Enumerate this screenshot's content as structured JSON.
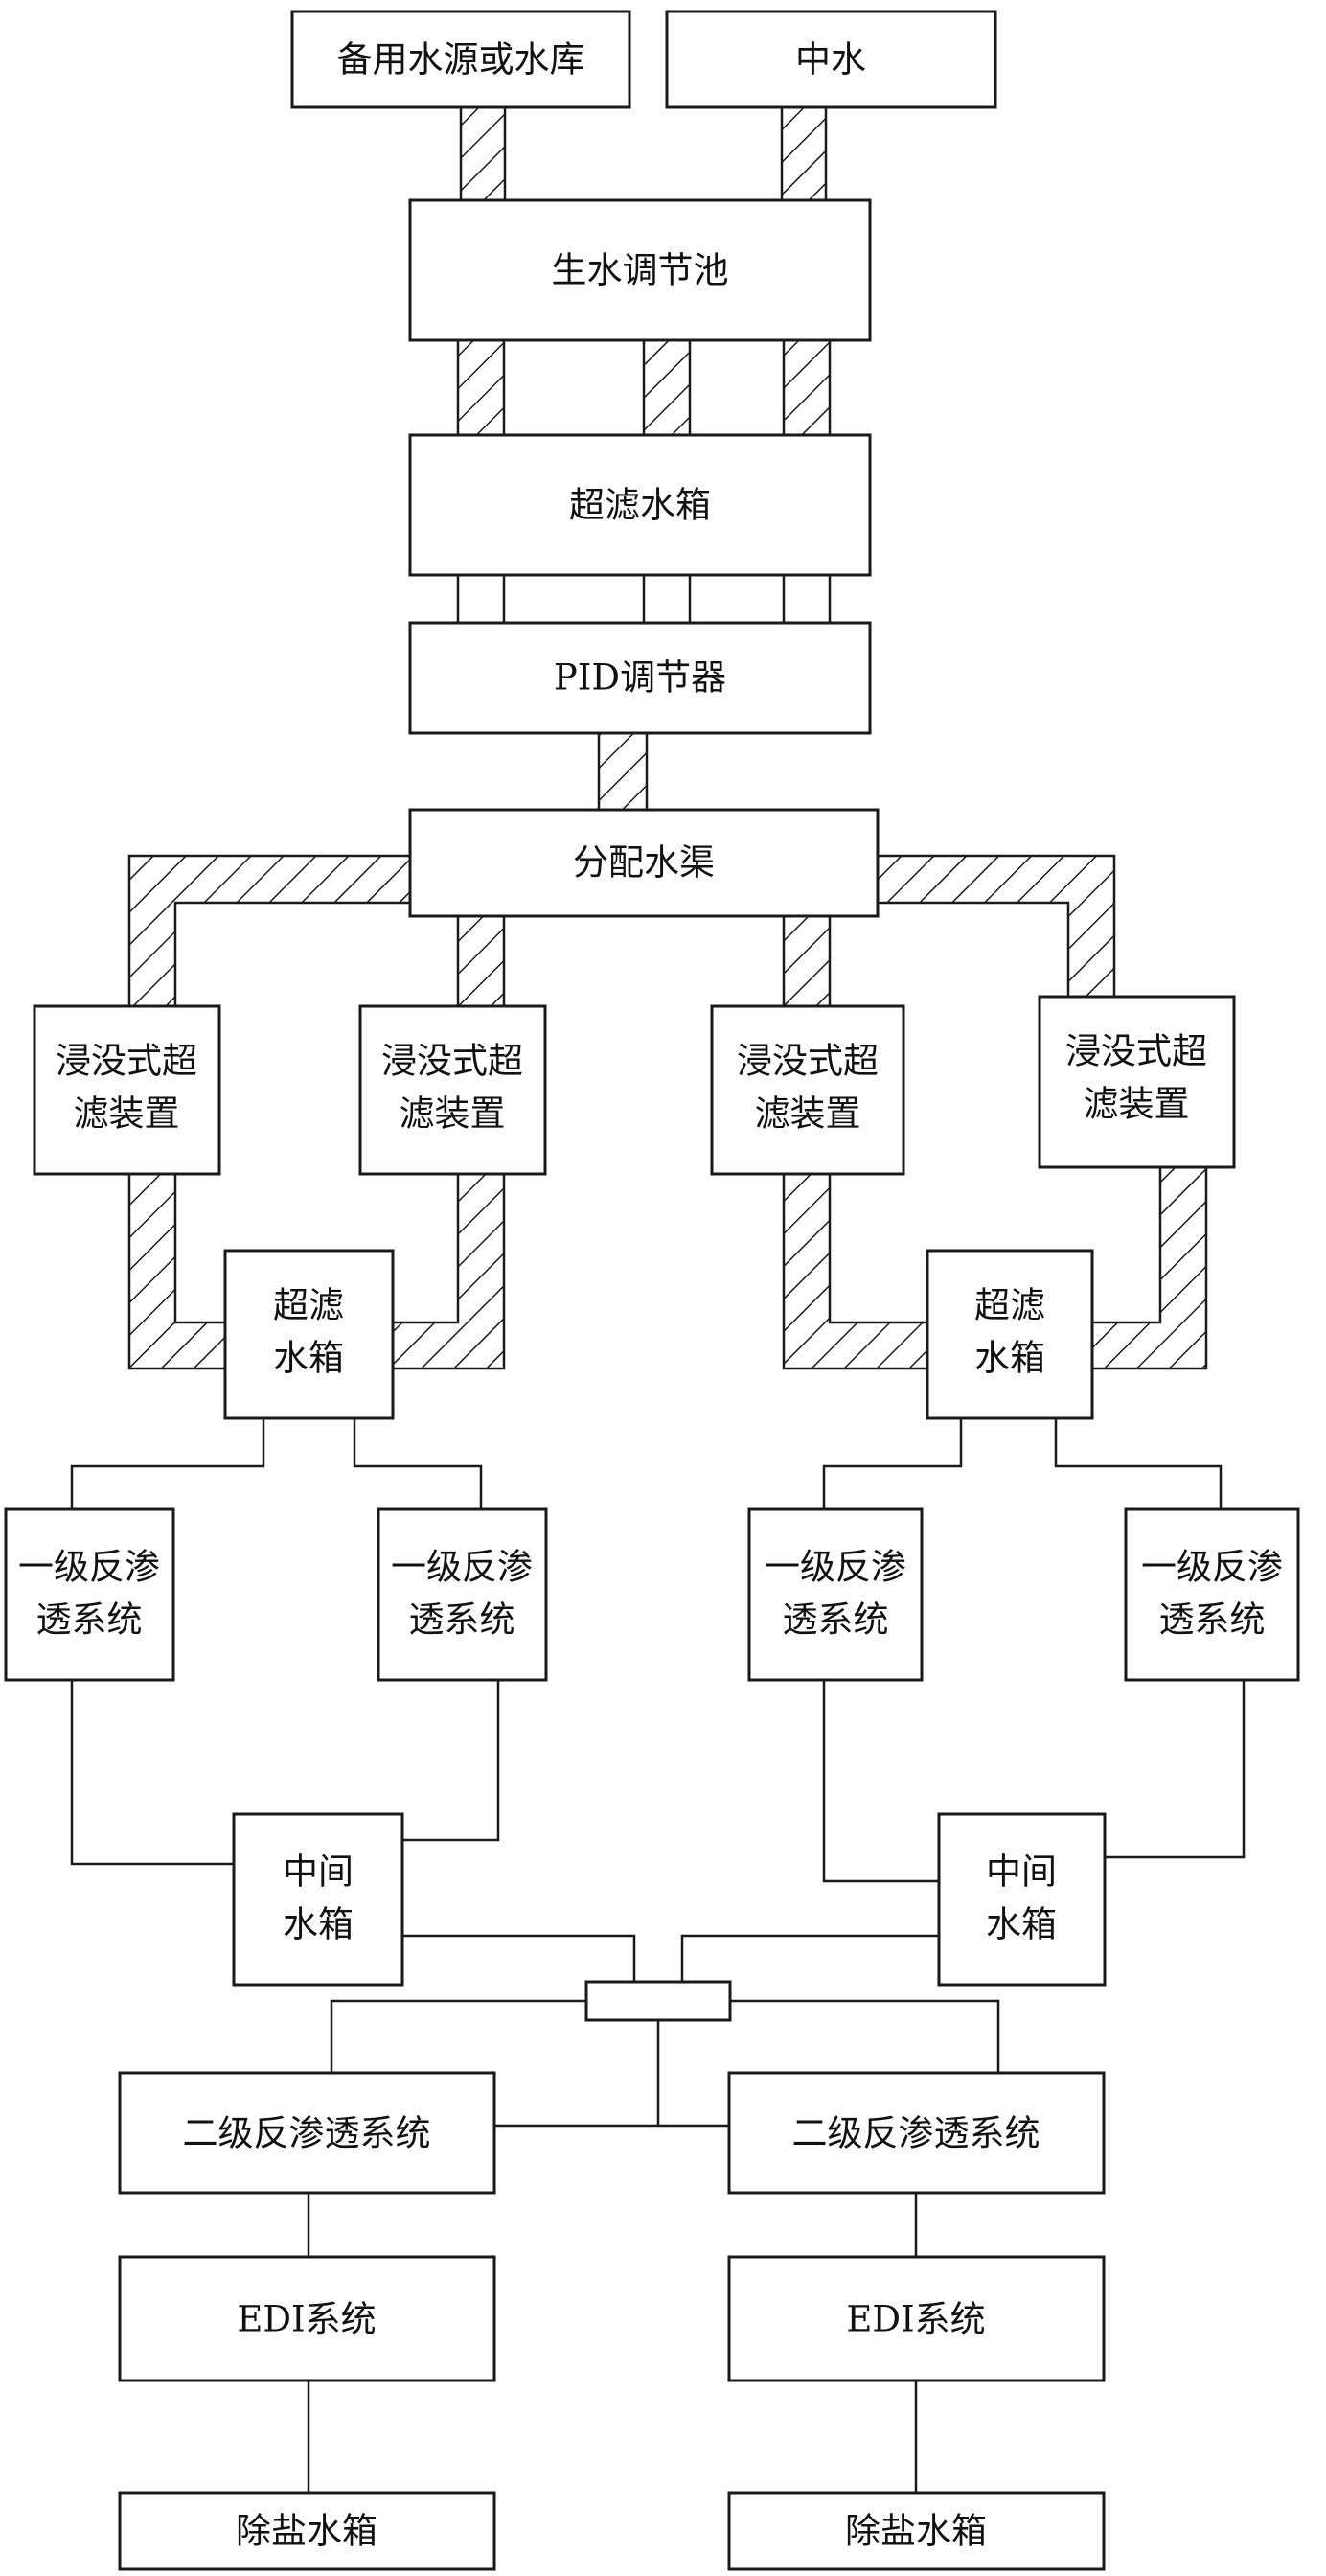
{
  "nodes": {
    "backup_source": "备用水源或水库",
    "reclaimed_water": "中水",
    "raw_tank": "生水调节池",
    "uf_tank_main": "超滤水箱",
    "pid": "PID调节器",
    "channel": "分配水渠",
    "imm_uf_1": [
      "浸没式超",
      "滤装置"
    ],
    "imm_uf_2": [
      "浸没式超",
      "滤装置"
    ],
    "imm_uf_3": [
      "浸没式超",
      "滤装置"
    ],
    "imm_uf_4": [
      "浸没式超",
      "滤装置"
    ],
    "uf_tank_left": [
      "超滤",
      "水箱"
    ],
    "uf_tank_right": [
      "超滤",
      "水箱"
    ],
    "ro1_a": [
      "一级反渗",
      "透系统"
    ],
    "ro1_b": [
      "一级反渗",
      "透系统"
    ],
    "ro1_c": [
      "一级反渗",
      "透系统"
    ],
    "ro1_d": [
      "一级反渗",
      "透系统"
    ],
    "mid_tank_left": [
      "中间",
      "水箱"
    ],
    "mid_tank_right": [
      "中间",
      "水箱"
    ],
    "ro2_left": "二级反渗透系统",
    "ro2_right": "二级反渗透系统",
    "edi_left": "EDI系统",
    "edi_right": "EDI系统",
    "desalt_left": "除盐水箱",
    "desalt_right": "除盐水箱"
  }
}
